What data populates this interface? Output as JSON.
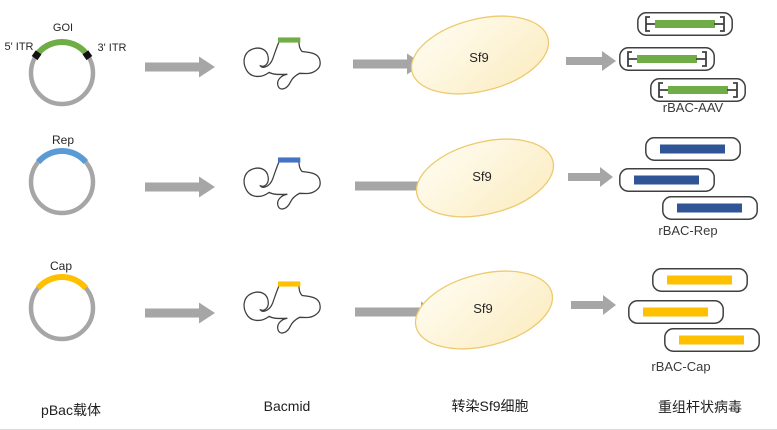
{
  "colors": {
    "green": "#70ad47",
    "light_blue": "#5b9bd5",
    "medium_blue": "#4472c4",
    "dark_blue": "#2f5597",
    "yellow": "#ffc000",
    "gray": "#a6a6a6",
    "outline": "#404040",
    "cell_fill_light": "#fffdf3",
    "cell_fill_dark": "#fbecc0",
    "cell_border": "#eeca6e"
  },
  "rows": [
    {
      "plasmid_gene": "GOI",
      "itr_left": "5' ITR",
      "itr_right": "3' ITR",
      "cell_label": "Sf9",
      "product_label": "rBAC-AAV"
    },
    {
      "plasmid_gene": "Rep",
      "cell_label": "Sf9",
      "product_label": "rBAC-Rep"
    },
    {
      "plasmid_gene": "Cap",
      "cell_label": "Sf9",
      "product_label": "rBAC-Cap"
    }
  ],
  "footer": {
    "stage1": "pBac载体",
    "stage2": "Bacmid",
    "stage3": "转染Sf9细胞",
    "stage4": "重组杆状病毒"
  }
}
